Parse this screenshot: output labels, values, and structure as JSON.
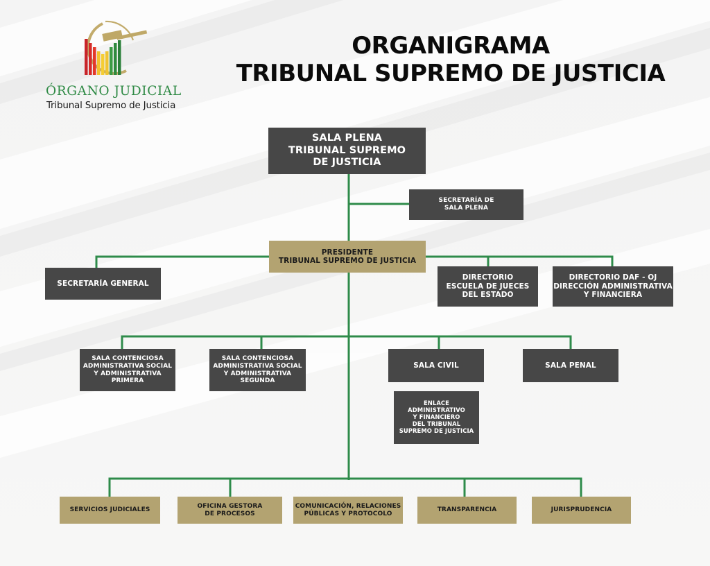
{
  "logo": {
    "name": "ÓRGANO JUDICIAL",
    "subtitle": "Tribunal Supremo de Justicia"
  },
  "title": {
    "line1": "ORGANIGRAMA",
    "line2": "TRIBUNAL SUPREMO DE JUSTICIA"
  },
  "colors": {
    "connector": "#2e8b4a",
    "dark_box": "#474747",
    "gold_box": "#b3a371"
  },
  "nodes": {
    "sala_plena": "SALA PLENA\nTRIBUNAL SUPREMO\nDE JUSTICIA",
    "secretaria_sala_plena": "SECRETARÍA DE\nSALA PLENA",
    "presidente": "PRESIDENTE\nTRIBUNAL SUPREMO DE JUSTICIA",
    "secretaria_general": "SECRETARÍA GENERAL",
    "directorio_escuela": "DIRECTORIO\nESCUELA DE JUECES\nDEL ESTADO",
    "directorio_daf": "DIRECTORIO DAF - OJ\nDIRECCIÓN ADMINISTRATIVA\nY FINANCIERA",
    "sala_social_primera": "SALA CONTENCIOSA\nADMINISTRATIVA SOCIAL\nY ADMINISTRATIVA\nPRIMERA",
    "sala_social_segunda": "SALA CONTENCIOSA\nADMINISTRATIVA SOCIAL\nY ADMINISTRATIVA\nSEGUNDA",
    "sala_civil": "SALA CIVIL",
    "sala_penal": "SALA PENAL",
    "enlace": "ENLACE\nADMINISTRATIVO\nY FINANCIERO\nDEL TRIBUNAL\nSUPREMO DE JUSTICIA",
    "servicios_judiciales": "SERVICIOS JUDICIALES",
    "oficina_gestora": "OFICINA GESTORA\nDE PROCESOS",
    "comunicacion": "COMUNICACIÓN, RELACIONES\nPÚBLICAS Y PROTOCOLO",
    "transparencia": "TRANSPARENCIA",
    "jurisprudencia": "JURISPRUDENCIA"
  }
}
